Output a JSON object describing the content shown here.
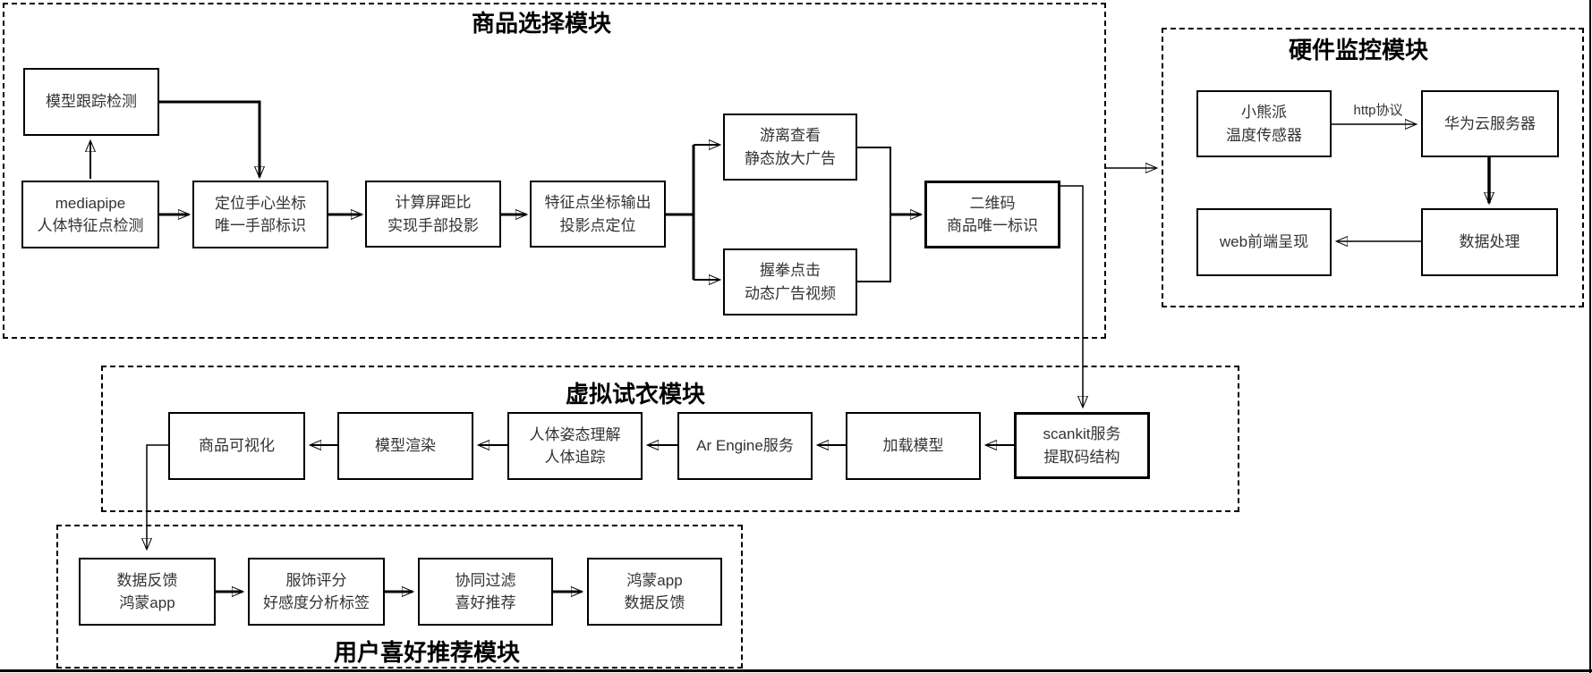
{
  "colors": {
    "line": "#000000",
    "background": "#ffffff",
    "node_text": "#333333"
  },
  "modules": {
    "product_selection": {
      "title": "商品选择模块",
      "nodes": {
        "model_tracking": "模型跟踪检测",
        "mediapipe_detection": "mediapipe\n人体特征点检测",
        "palm_locate": "定位手心坐标\n唯一手部标识",
        "screen_ratio": "计算屏距比\n实现手部投影",
        "feature_output": "特征点坐标输出\n投影点定位",
        "hover_view": "游离查看\n静态放大广告",
        "fist_click": "握拳点击\n动态广告视频",
        "qr_code": "二维码\n商品唯一标识"
      }
    },
    "hardware_monitor": {
      "title": "硬件监控模块",
      "edge_label": "http协议",
      "nodes": {
        "bearpi_sensor": "小熊派\n温度传感器",
        "huawei_cloud": "华为云服务器",
        "web_frontend": "web前端呈现",
        "data_processing": "数据处理"
      }
    },
    "virtual_fitting": {
      "title": "虚拟试衣模块",
      "nodes": {
        "product_visualization": "商品可视化",
        "model_render": "模型渲染",
        "pose_tracking": "人体姿态理解\n人体追踪",
        "ar_engine": "Ar Engine服务",
        "load_model": "加载模型",
        "scankit": "scankit服务\n提取码结构"
      }
    },
    "preference_recommend": {
      "title": "用户喜好推荐模块",
      "nodes": {
        "data_feedback_app": "数据反馈\n鸿蒙app",
        "clothing_score": "服饰评分\n好感度分析标签",
        "collaborative_filter": "协同过滤\n喜好推荐",
        "harmony_feedback": "鸿蒙app\n数据反馈"
      }
    }
  }
}
